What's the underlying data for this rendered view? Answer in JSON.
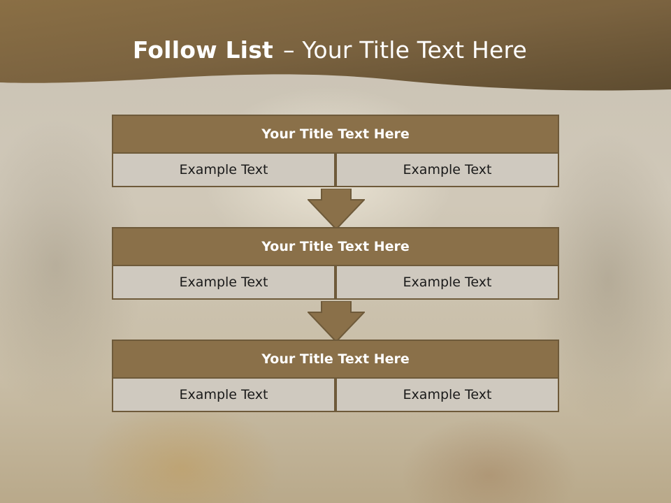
{
  "slide": {
    "title_bold": "Follow List",
    "title_sep": "–",
    "title_rest": "Your Title Text Here"
  },
  "colors": {
    "header_band": "#8a7049",
    "box_fill": "#8a7049",
    "box_border": "#6e5a3a",
    "cell_fill": "#cfc9bf"
  },
  "blocks": [
    {
      "title": "Your Title Text Here",
      "left": "Example Text",
      "right": "Example Text"
    },
    {
      "title": "Your Title Text Here",
      "left": "Example Text",
      "right": "Example Text"
    },
    {
      "title": "Your Title Text Here",
      "left": "Example Text",
      "right": "Example Text"
    }
  ],
  "connectors": [
    "down-arrow-icon",
    "down-arrow-icon"
  ]
}
